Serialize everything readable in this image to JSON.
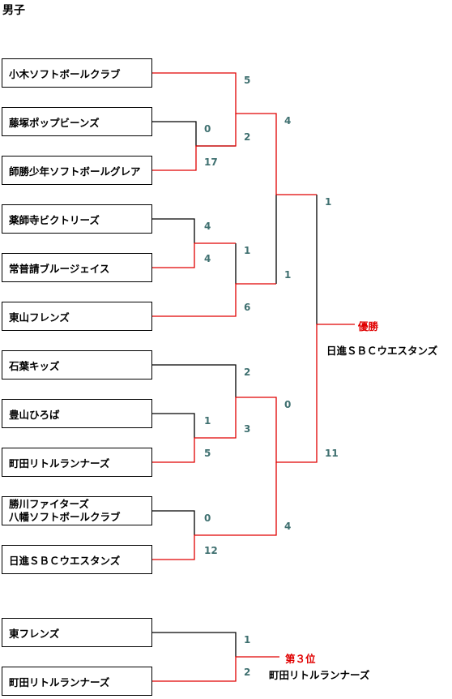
{
  "title": "男子",
  "teams": [
    "小木ソフトボールクラブ",
    "藤塚ポップビーンズ",
    "師勝少年ソフトボールグレア",
    "薬師寺ビクトリーズ",
    "常普請ブルージェイス",
    "東山フレンズ",
    "石葉キッズ",
    "豊山ひろば",
    "町田リトルランナーズ",
    [
      "勝川ファイターズ",
      "八幡ソフトボールクラブ"
    ],
    "日進ＳＢＣウエスタンズ"
  ],
  "scores": {
    "r1_2v3": [
      "0",
      "17"
    ],
    "r1_4v5": [
      "4",
      "4"
    ],
    "r1_8v9": [
      "1",
      "5"
    ],
    "r1_10v11": [
      "0",
      "12"
    ],
    "r2_1": [
      "5",
      "2"
    ],
    "r2_2": [
      "1",
      "6"
    ],
    "r2_3": [
      "2",
      "3"
    ],
    "sf_1": [
      "4",
      "1"
    ],
    "sf_2": [
      "0",
      "4"
    ],
    "final": [
      "1",
      "11"
    ]
  },
  "champion": {
    "label": "優勝",
    "name": "日進ＳＢＣウエスタンズ"
  },
  "third_place": {
    "teams": [
      "東フレンズ",
      "町田リトルランナーズ"
    ],
    "scores": [
      "1",
      "2"
    ],
    "label": "第３位",
    "name": "町田リトルランナーズ"
  },
  "colors": {
    "winner_line": "#e00000",
    "loser_line": "#000000",
    "score": "#3f7070"
  }
}
